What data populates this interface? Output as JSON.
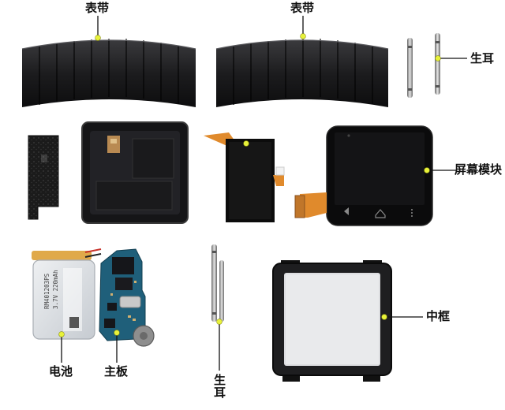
{
  "labels": {
    "strap_left": "表带",
    "strap_right": "表带",
    "pin_top": "生耳",
    "screen_module": "屏幕模块",
    "middle_frame": "中框",
    "battery": "电池",
    "mainboard": "主板",
    "pin_bottom": "生耳"
  },
  "battery_print": {
    "line1": "RM401203PS",
    "line2": "3.7V 220mAh"
  },
  "colors": {
    "marker_dot": "#e8f23a",
    "leader_line": "#111111",
    "strap": "#1c1c1e",
    "board": "#1f5f7a",
    "flex_cable": "#e08a2c",
    "battery_wrap": "#d9dde2"
  }
}
